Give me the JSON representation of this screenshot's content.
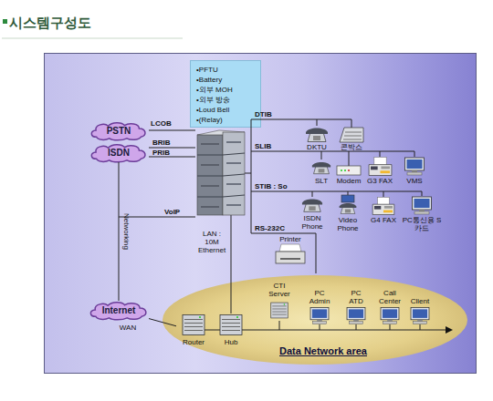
{
  "diagram": {
    "title": "시스템구성도",
    "nodes": [
      {
        "text": [
          "•PFTU",
          "•Battery",
          "•외부 MOH",
          "•외부 방송",
          "•Loud Bell",
          "•(Relay)"
        ]
      },
      {
        "text": [
          "PSTN"
        ]
      },
      {
        "text": [
          "ISDN"
        ]
      },
      {
        "text": [
          "DKTU"
        ]
      },
      {
        "text": [
          "콘박스"
        ]
      },
      {
        "text": [
          "SLT"
        ]
      },
      {
        "text": [
          "Modem"
        ]
      },
      {
        "text": [
          "G3 FAX"
        ]
      },
      {
        "text": [
          "VMS"
        ]
      },
      {
        "text": [
          "ISDN Phone"
        ]
      },
      {
        "text": [
          "Video Phone"
        ]
      },
      {
        "text": [
          "G4 FAX"
        ]
      },
      {
        "text": [
          "PC통신용 S카드"
        ]
      },
      {
        "text": [
          "Printer"
        ]
      },
      {
        "text": [
          "Internet"
        ]
      },
      {
        "text": [
          "Data Network area"
        ]
      },
      {
        "text": [
          "Router"
        ],
        "in": 15
      },
      {
        "text": [
          "Hub"
        ],
        "in": 15
      },
      {
        "text": [
          "CTI Server"
        ],
        "in": 15
      },
      {
        "text": [
          "PC Admin"
        ],
        "in": 15
      },
      {
        "text": [
          "PC ATD"
        ],
        "in": 15
      },
      {
        "text": [
          "Call Center"
        ],
        "in": 15
      },
      {
        "text": [
          "Client"
        ],
        "in": 15
      }
    ],
    "edges": [
      {
        "from": 2,
        "to": 14,
        "arrow": "none",
        "label": "Networking"
      },
      {
        "from": 14,
        "to": 16,
        "arrow": "none",
        "label": "WAN"
      }
    ],
    "labels": [
      "LCOB",
      "BRIB",
      "PRIB",
      "VoIP",
      "DTIB",
      "SLIB",
      "STIB : So",
      "RS-232C",
      "LAN : 10M Ethernet"
    ]
  }
}
